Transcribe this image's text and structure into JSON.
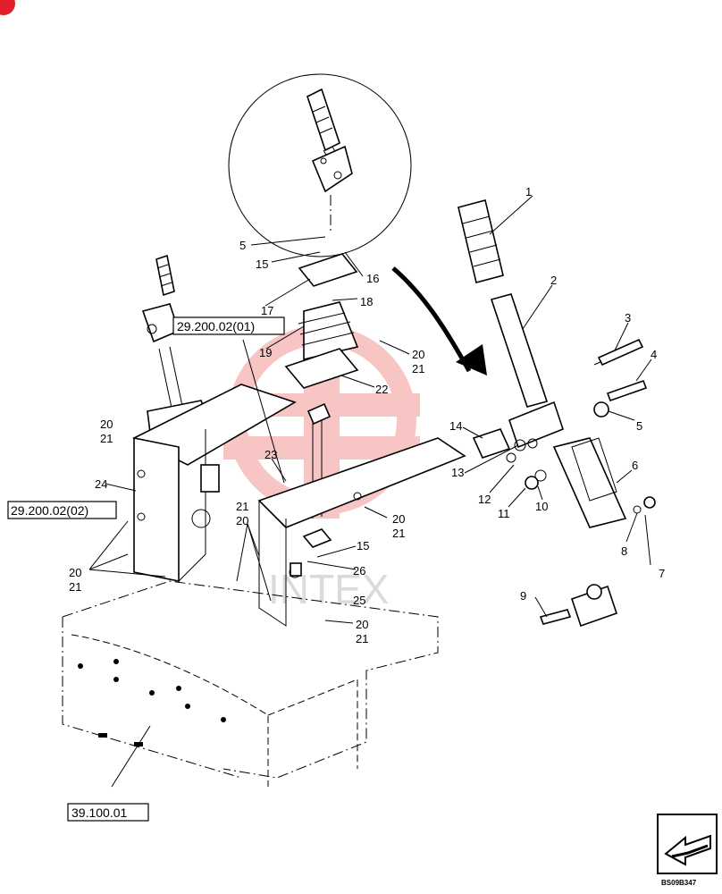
{
  "diagram": {
    "callouts": [
      "1",
      "2",
      "3",
      "4",
      "5",
      "5",
      "6",
      "7",
      "8",
      "9",
      "10",
      "11",
      "12",
      "13",
      "14",
      "15",
      "15",
      "16",
      "17",
      "18",
      "19",
      "20",
      "21",
      "20",
      "21",
      "20",
      "21",
      "20",
      "21",
      "20",
      "21",
      "22",
      "23",
      "24",
      "21",
      "20",
      "25",
      "26",
      "20",
      "21"
    ],
    "reference_boxes": [
      "29.200.02(01)",
      "29.200.02(02)",
      "39.100.01"
    ],
    "watermark_text": "INTEX",
    "drawing_code": "BS09B347",
    "nav_icon": "arrow-icon",
    "colors": {
      "line": "#000000",
      "watermark_red": "#f08080",
      "badge_red": "#e0202a"
    }
  }
}
